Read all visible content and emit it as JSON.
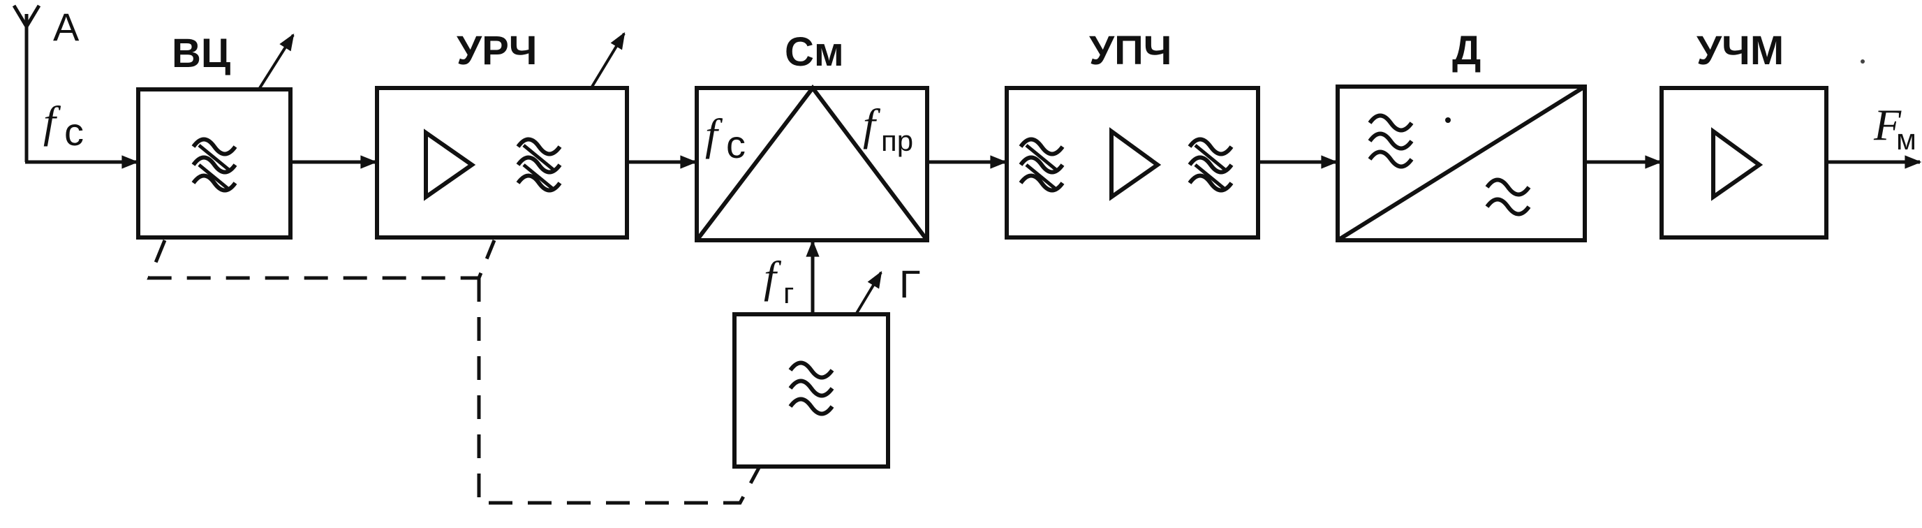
{
  "antenna_label": "А",
  "blocks": [
    {
      "id": "vc",
      "title": "ВЦ"
    },
    {
      "id": "urch",
      "title": "УРЧ"
    },
    {
      "id": "sm",
      "title": "См"
    },
    {
      "id": "upch",
      "title": "УПЧ"
    },
    {
      "id": "d",
      "title": "Д"
    },
    {
      "id": "uchm",
      "title": "УЧМ"
    }
  ],
  "generator": {
    "title": "Г"
  },
  "signals": {
    "input": {
      "symbol": "f",
      "subscript": "c"
    },
    "mixer_in": {
      "symbol": "f",
      "subscript": "c"
    },
    "mixer_out": {
      "symbol": "f",
      "subscript": "пр"
    },
    "gen": {
      "symbol": "f",
      "subscript": "г"
    },
    "output": {
      "symbol": "F",
      "subscript": "м"
    }
  }
}
